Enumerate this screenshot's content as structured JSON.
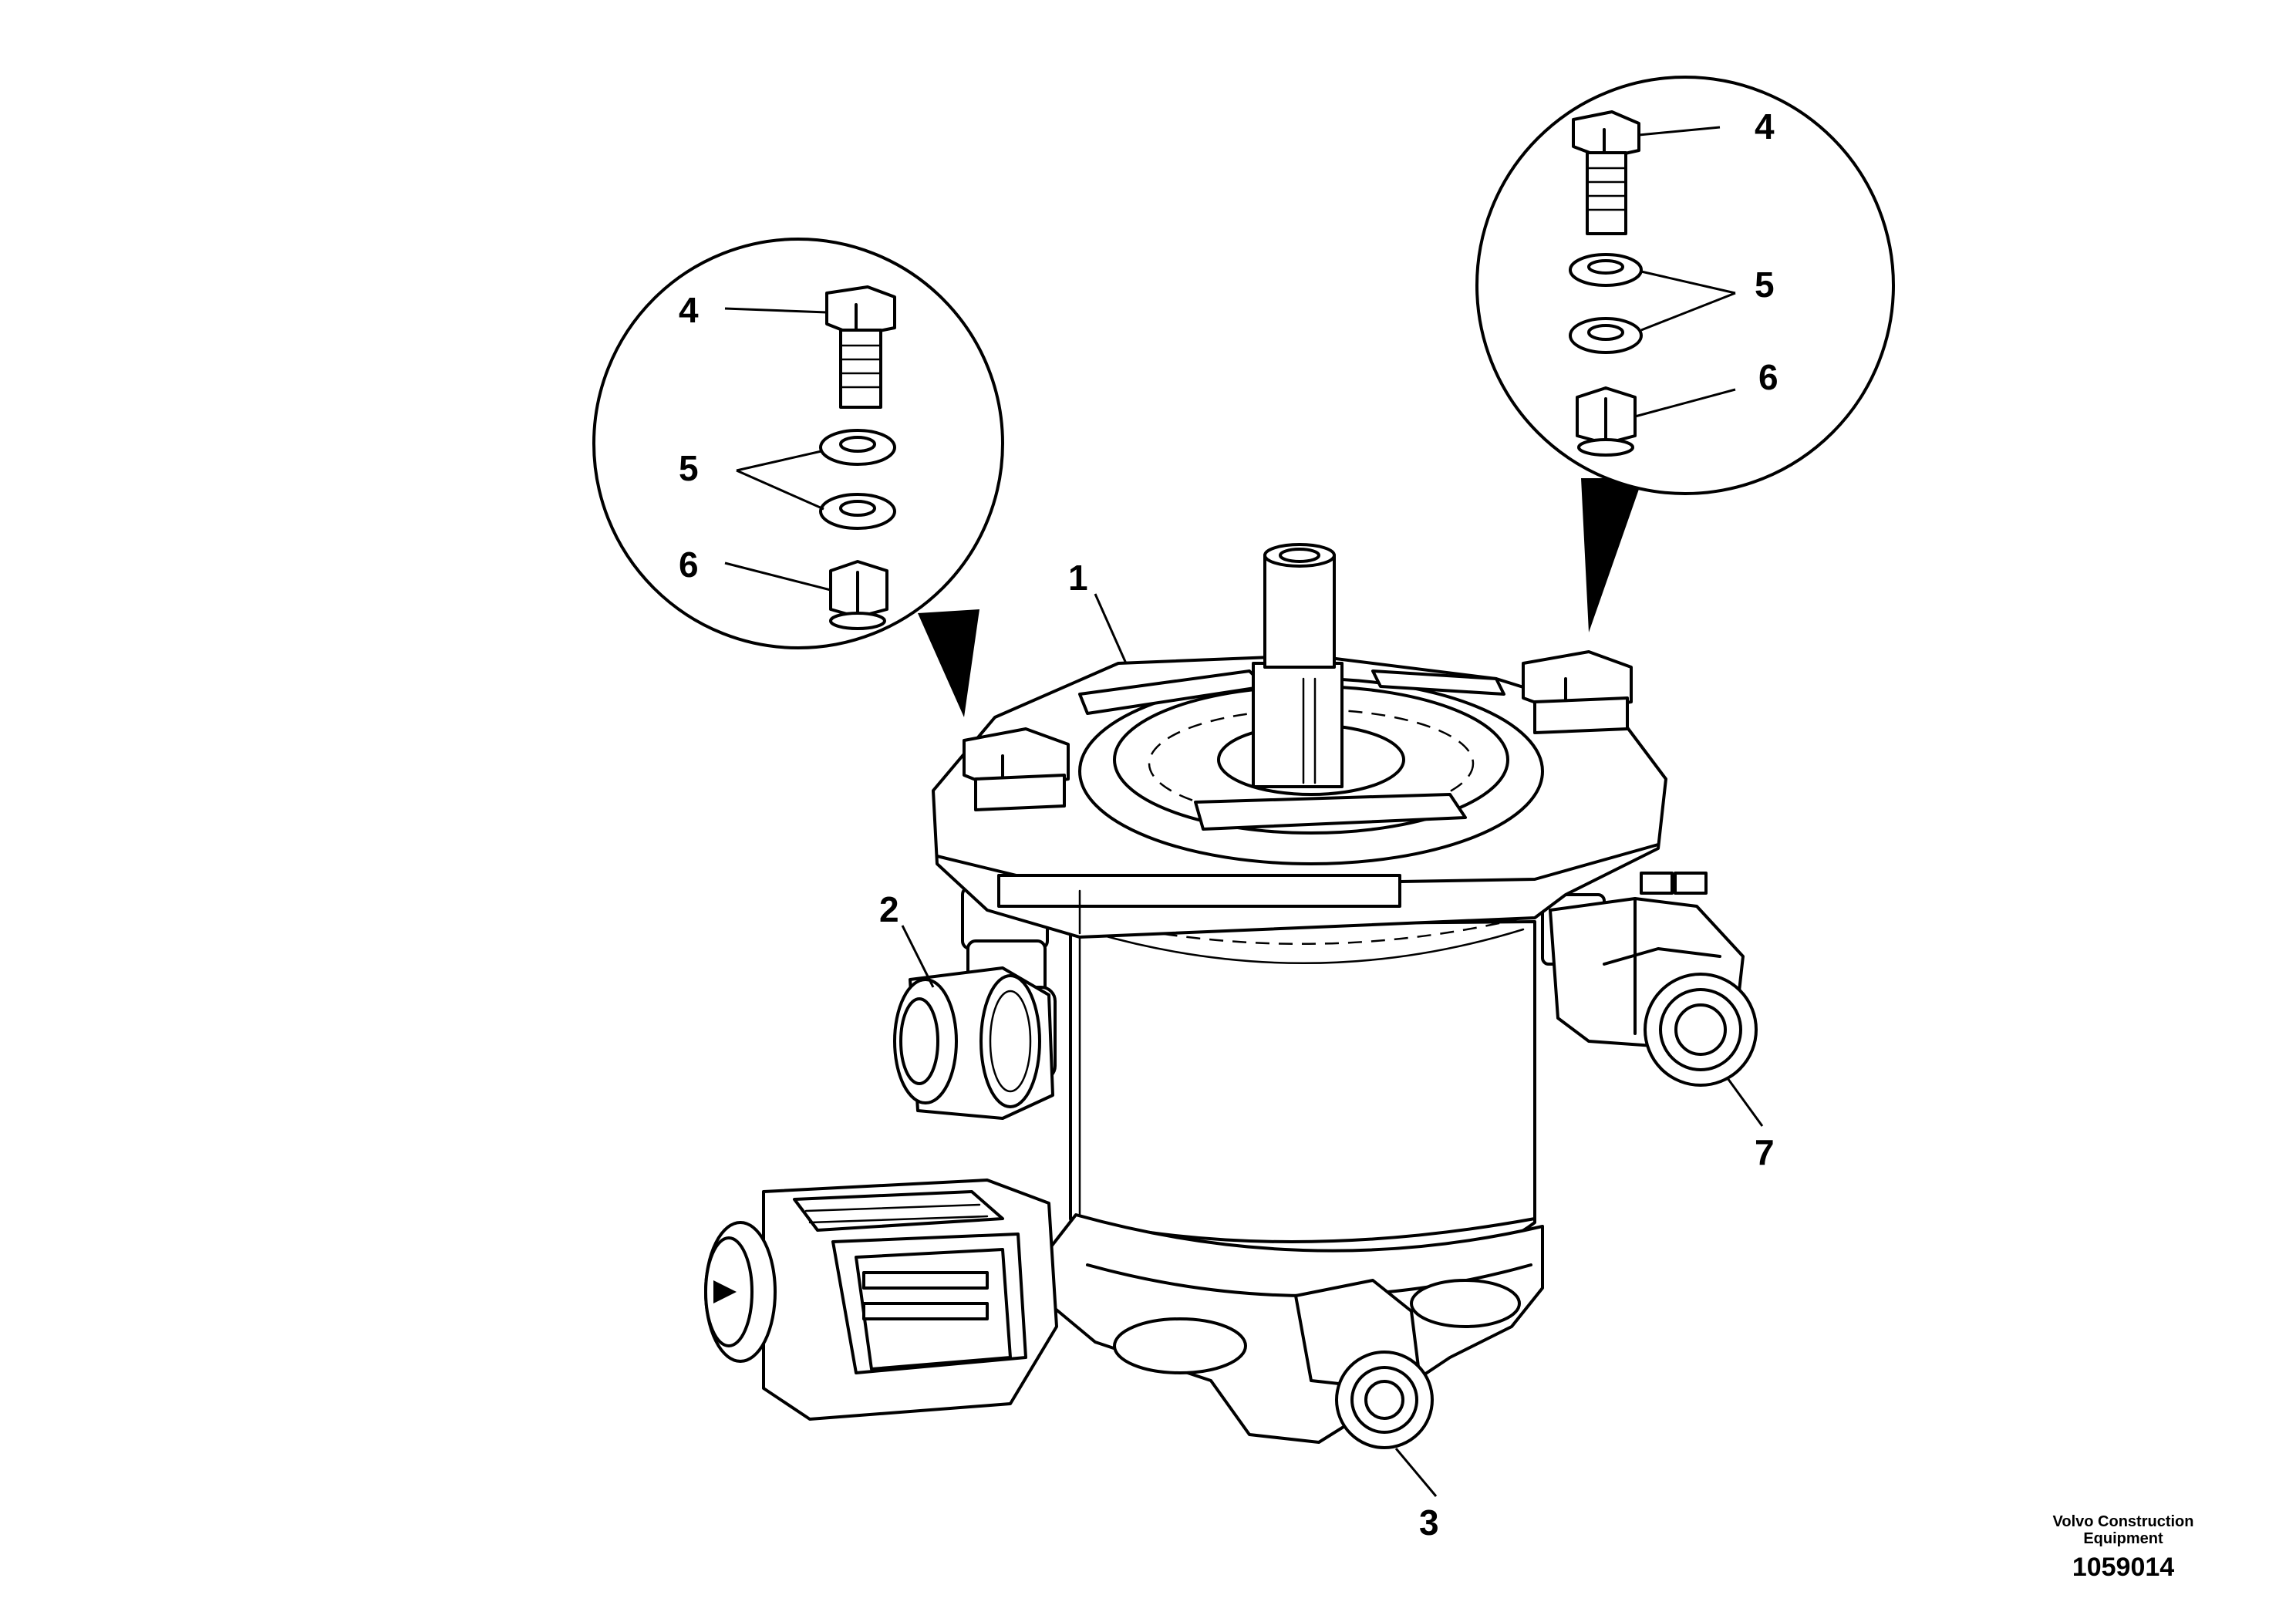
{
  "callouts": {
    "c1": "1",
    "c2": "2",
    "c3": "3",
    "c4_left": "4",
    "c5_left": "5",
    "c6_left": "6",
    "c4_right": "4",
    "c5_right": "5",
    "c6_right": "6",
    "c7": "7"
  },
  "footer": {
    "company_line1": "Volvo Construction",
    "company_line2": "Equipment",
    "drawing_number": "1059014"
  }
}
